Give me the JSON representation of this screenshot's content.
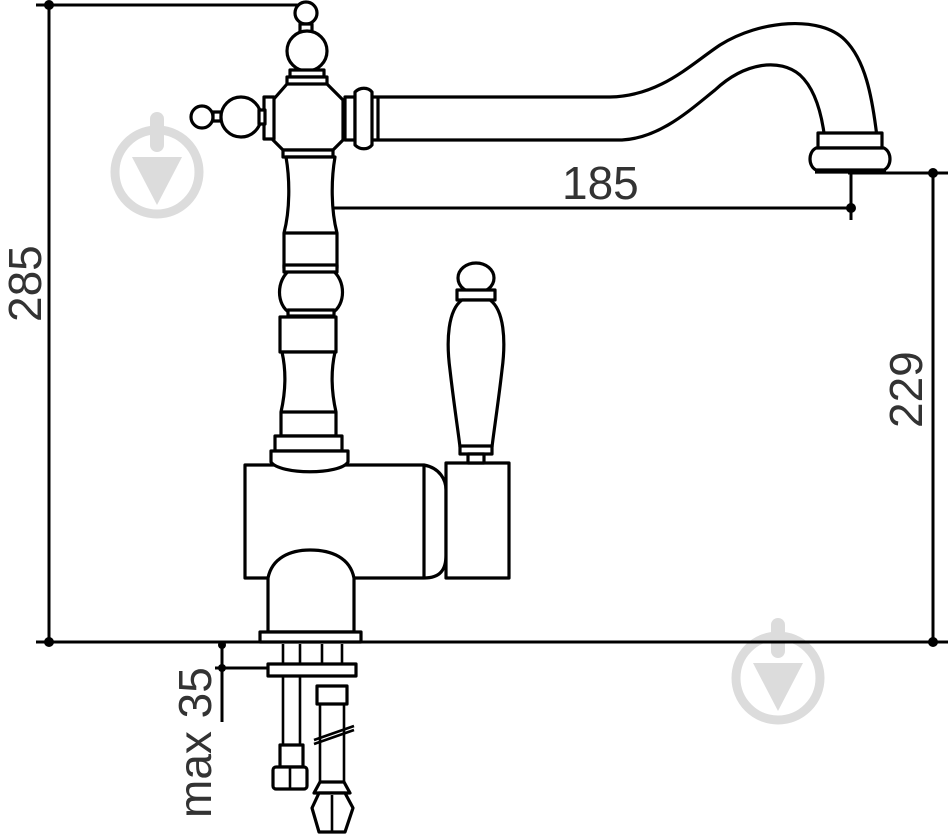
{
  "drawing": {
    "subject": "Single-lever kitchen faucet with swivel spout — side elevation with dimensions",
    "units": "mm",
    "line_color": "#000000",
    "text_color": "#333333",
    "watermark_color": "#dcdcdc"
  },
  "dimensions": {
    "total_height": {
      "value": "285",
      "orientation": "vertical"
    },
    "spout_reach": {
      "value": "185",
      "orientation": "horizontal"
    },
    "spout_height": {
      "value": "229",
      "orientation": "vertical"
    },
    "max_countertop": {
      "value": "max 35",
      "orientation": "vertical"
    }
  },
  "watermarks": [
    {
      "name": "watermark-top-left"
    },
    {
      "name": "watermark-bottom-right"
    }
  ]
}
